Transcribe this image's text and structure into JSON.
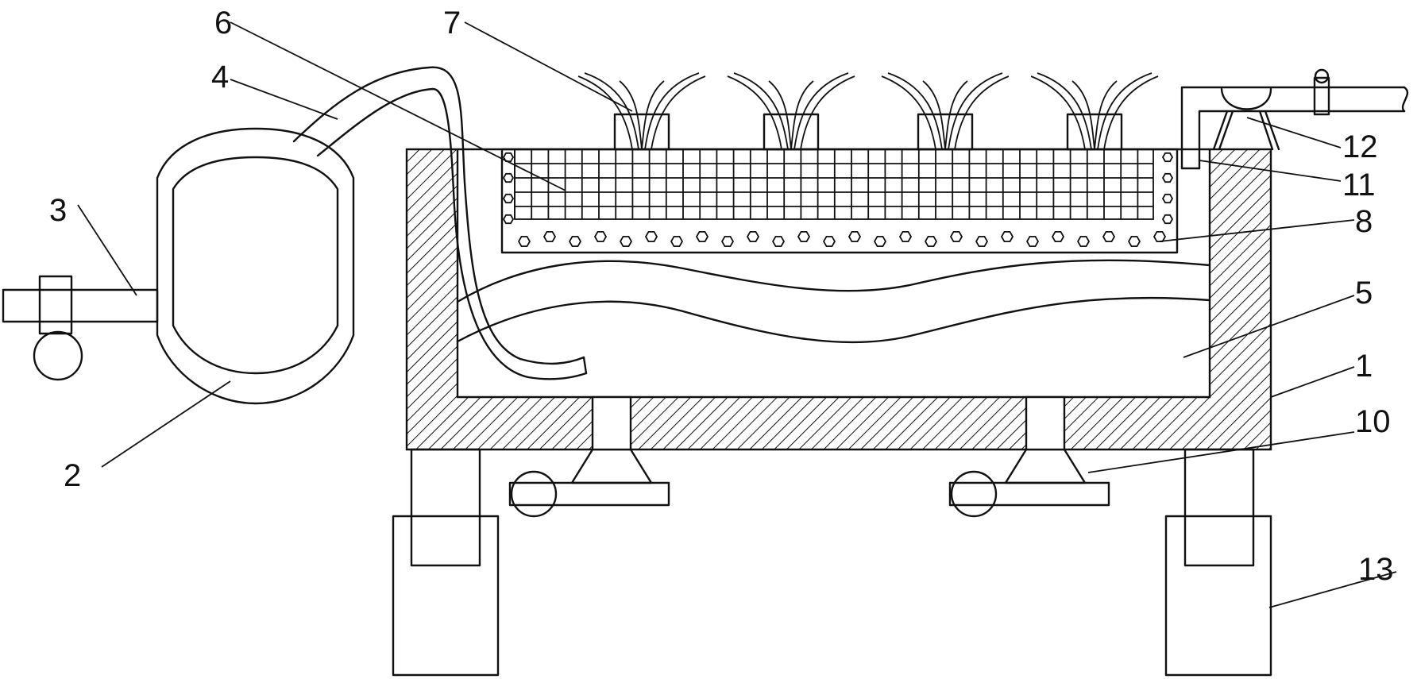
{
  "diagram": {
    "labels": [
      {
        "id": "1",
        "text": "1"
      },
      {
        "id": "2",
        "text": "2"
      },
      {
        "id": "3",
        "text": "3"
      },
      {
        "id": "4",
        "text": "4"
      },
      {
        "id": "5",
        "text": "5"
      },
      {
        "id": "6",
        "text": "6"
      },
      {
        "id": "7",
        "text": "7"
      },
      {
        "id": "8",
        "text": "8"
      },
      {
        "id": "10",
        "text": "10"
      },
      {
        "id": "11",
        "text": "11"
      },
      {
        "id": "12",
        "text": "12"
      },
      {
        "id": "13",
        "text": "13"
      }
    ]
  }
}
